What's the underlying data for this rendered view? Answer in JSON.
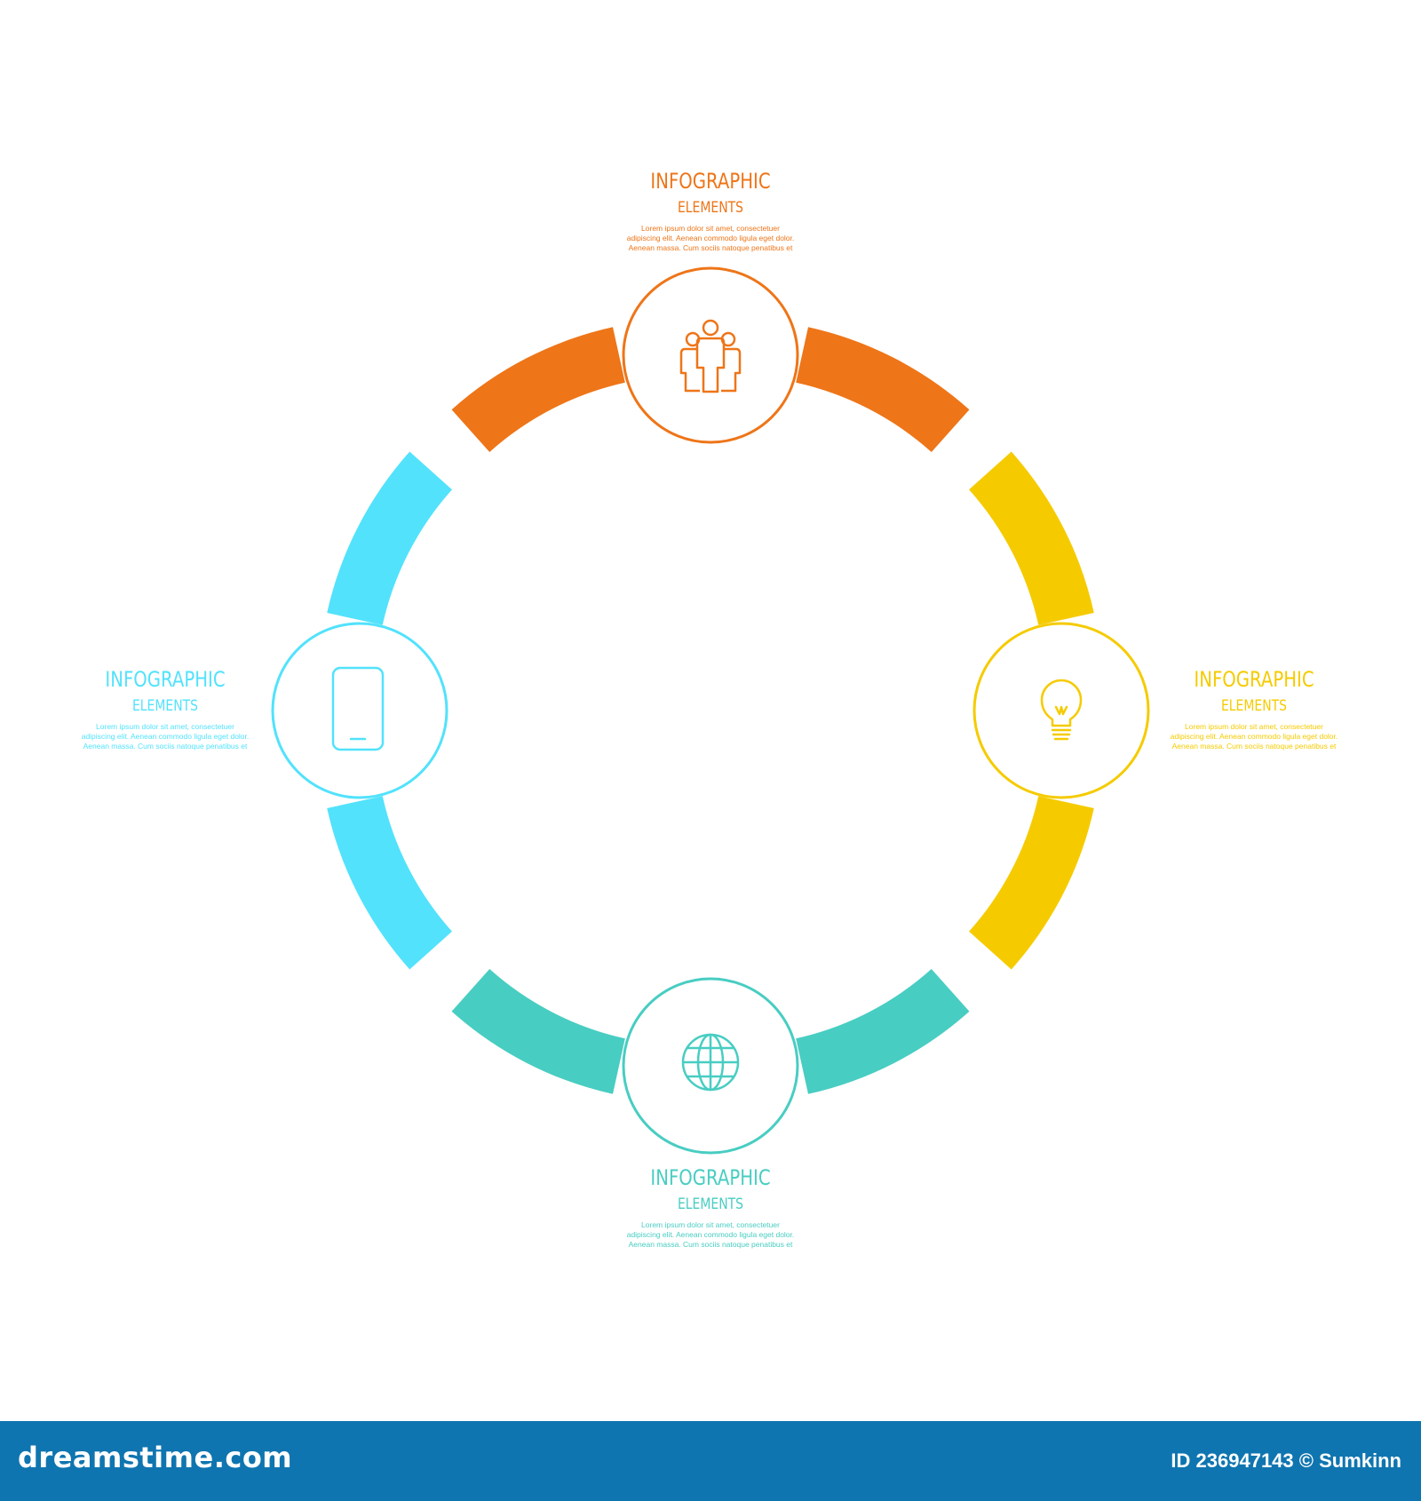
{
  "colors": {
    "top": "#ee7518",
    "right": "#f5cb00",
    "bottom": "#48cdc2",
    "left": "#52e2fc",
    "footer": "#0f75b0"
  },
  "segments": {
    "top": {
      "title": "INFOGRAPHIC",
      "subtitle": "ELEMENTS",
      "body_lines": [
        "Lorem ipsum dolor sit amet, consectetuer",
        "adipiscing elit. Aenean commodo ligula eget dolor.",
        "Aenean massa. Cum sociis natoque penatibus et"
      ],
      "icon": "people-group-icon"
    },
    "right": {
      "title": "INFOGRAPHIC",
      "subtitle": "ELEMENTS",
      "body_lines": [
        "Lorem ipsum dolor sit amet, consectetuer",
        "adipiscing elit. Aenean commodo ligula eget dolor.",
        "Aenean massa. Cum sociis natoque penatibus et"
      ],
      "icon": "lightbulb-icon"
    },
    "bottom": {
      "title": "INFOGRAPHIC",
      "subtitle": "ELEMENTS",
      "body_lines": [
        "Lorem ipsum dolor sit amet, consectetuer",
        "adipiscing elit. Aenean commodo ligula eget dolor.",
        "Aenean massa. Cum sociis natoque penatibus et"
      ],
      "icon": "globe-icon"
    },
    "left": {
      "title": "INFOGRAPHIC",
      "subtitle": "ELEMENTS",
      "body_lines": [
        "Lorem ipsum dolor sit amet, consectetuer",
        "adipiscing elit. Aenean commodo ligula eget dolor.",
        "Aenean massa. Cum sociis natoque penatibus et"
      ],
      "icon": "smartphone-icon"
    }
  },
  "footer": {
    "brand": "dreamstime.com",
    "id_text": "ID 236947143 © Sumkinn"
  }
}
